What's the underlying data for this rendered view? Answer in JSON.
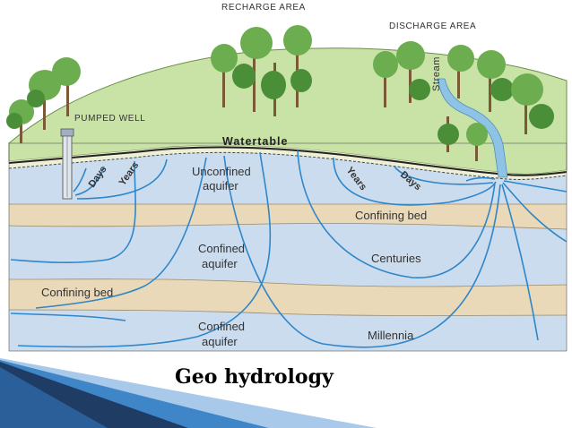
{
  "diagram": {
    "labels": {
      "recharge_area": "RECHARGE AREA",
      "discharge_area": "DISCHARGE AREA",
      "stream": "Stream",
      "pumped_well": "PUMPED WELL",
      "watertable": "Watertable",
      "unconfined_aquifer_1": "Unconfined",
      "unconfined_aquifer_2": "aquifer",
      "days_left": "Days",
      "years_left": "Years",
      "years_right": "Years",
      "days_right": "Days",
      "confining_bed_upper": "Confining bed",
      "confined_aquifer_1a": "Confined",
      "confined_aquifer_1b": "aquifer",
      "centuries": "Centuries",
      "confining_bed_lower": "Confining bed",
      "confined_aquifer_2a": "Confined",
      "confined_aquifer_2b": "aquifer",
      "millennia": "Millennia"
    },
    "colors": {
      "sky": "#ffffff",
      "hill": "#c9e3a6",
      "soil": "#eef0d6",
      "aquifer": "#cbdcef",
      "confining_bed": "#ead9b8",
      "flow": "#2f86c8",
      "tree_canopy": "#6cae4f",
      "tree_dark": "#4a8f38",
      "stream": "#8fc3e6"
    }
  },
  "caption": "Geo hydrology",
  "decor": {
    "stripe_dark": "#1f3c64",
    "stripe_blue": "#3f86c9",
    "stripe_light": "#a9c9ea"
  }
}
